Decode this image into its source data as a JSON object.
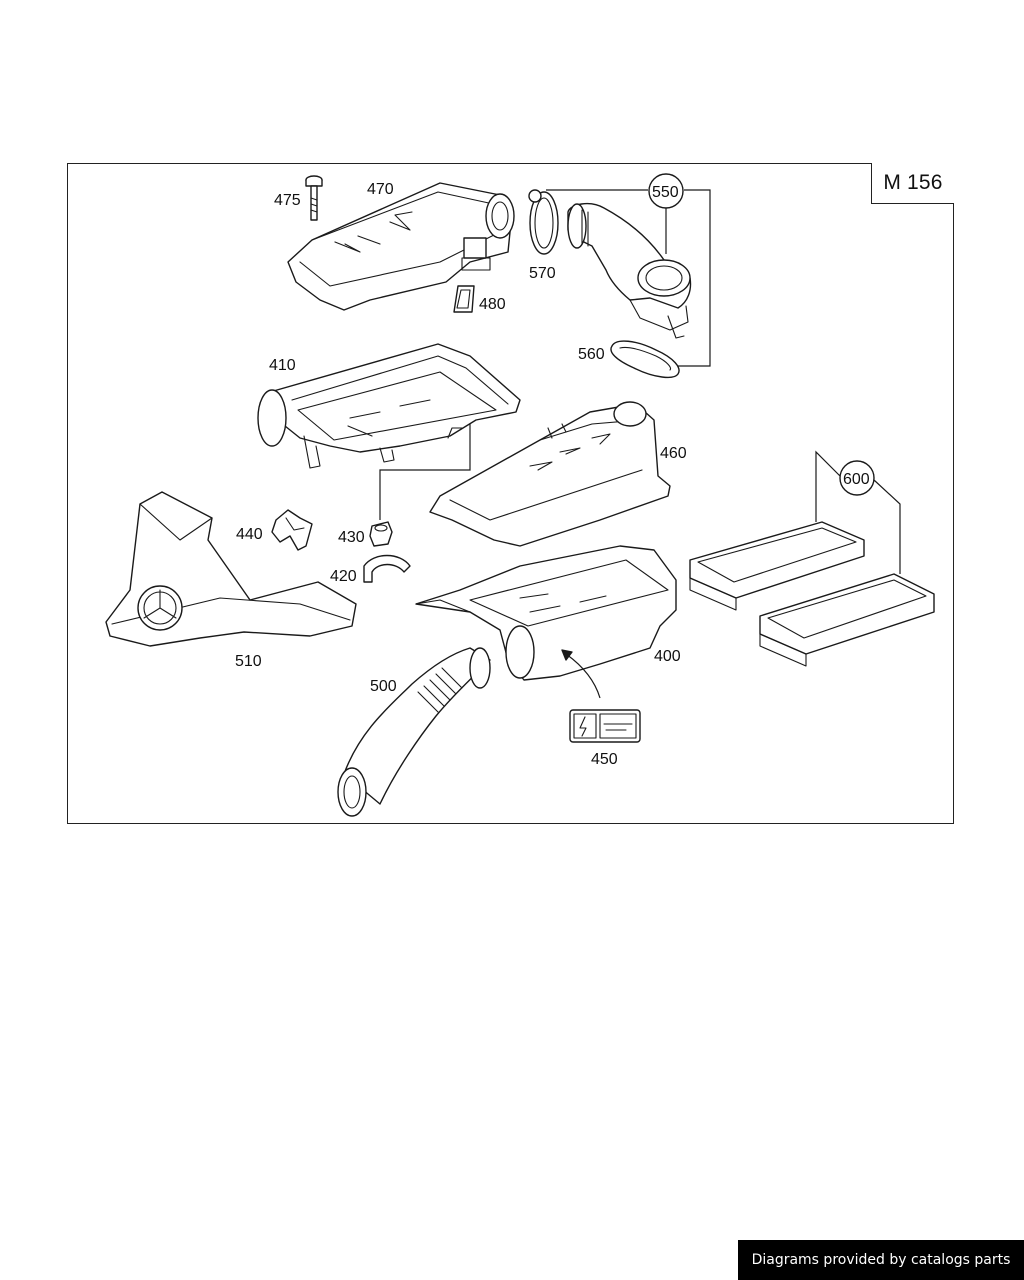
{
  "diagram": {
    "model_code": "M 156",
    "callouts": {
      "p400": "400",
      "p410": "410",
      "p420": "420",
      "p430": "430",
      "p440": "440",
      "p450": "450",
      "p460": "460",
      "p470": "470",
      "p475": "475",
      "p480": "480",
      "p500": "500",
      "p510": "510",
      "p550": "550",
      "p560": "560",
      "p570": "570",
      "p600": "600"
    }
  },
  "footer": {
    "credit": "Diagrams provided by catalogs parts"
  },
  "colors": {
    "line": "#1a1a1a",
    "badge_background": "#000000",
    "badge_text": "#ffffff"
  }
}
